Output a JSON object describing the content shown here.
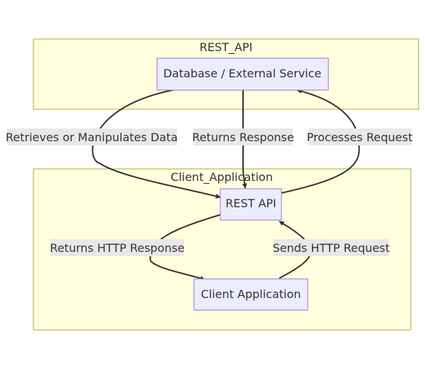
{
  "clusters": {
    "rest_api": "REST_API",
    "client_application": "Client_Application"
  },
  "nodes": {
    "database": "Database / External Service",
    "rest_api": "REST API",
    "client_application": "Client Application"
  },
  "edges": {
    "retrieves": "Retrieves or Manipulates Data",
    "returns_response": "Returns Response",
    "processes_request": "Processes Request",
    "returns_http_response": "Returns HTTP Response",
    "sends_http_request": "Sends HTTP Request"
  },
  "colors": {
    "cluster_fill": "#ffffde",
    "cluster_stroke": "#aaaa33",
    "node_fill": "#ececff",
    "node_stroke": "#9370db",
    "edge": "#333333",
    "label_bg": "#e8e8e8"
  }
}
